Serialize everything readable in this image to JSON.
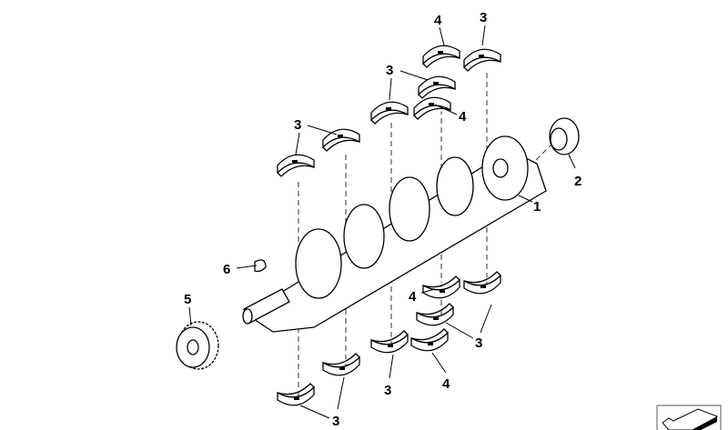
{
  "diagram": {
    "callouts": [
      {
        "id": "c1",
        "text": "4"
      },
      {
        "id": "c2",
        "text": "3"
      },
      {
        "id": "c3",
        "text": "3"
      },
      {
        "id": "c4",
        "text": "4"
      },
      {
        "id": "c5",
        "text": "3"
      },
      {
        "id": "c6",
        "text": "2"
      },
      {
        "id": "c7",
        "text": "1"
      },
      {
        "id": "c8",
        "text": "6"
      },
      {
        "id": "c9",
        "text": "5"
      },
      {
        "id": "c10",
        "text": "4"
      },
      {
        "id": "c11",
        "text": "3"
      },
      {
        "id": "c12",
        "text": "3"
      },
      {
        "id": "c13",
        "text": "4"
      },
      {
        "id": "c14",
        "text": "3"
      }
    ],
    "corner_icon": "parts-catalog-view-icon"
  }
}
